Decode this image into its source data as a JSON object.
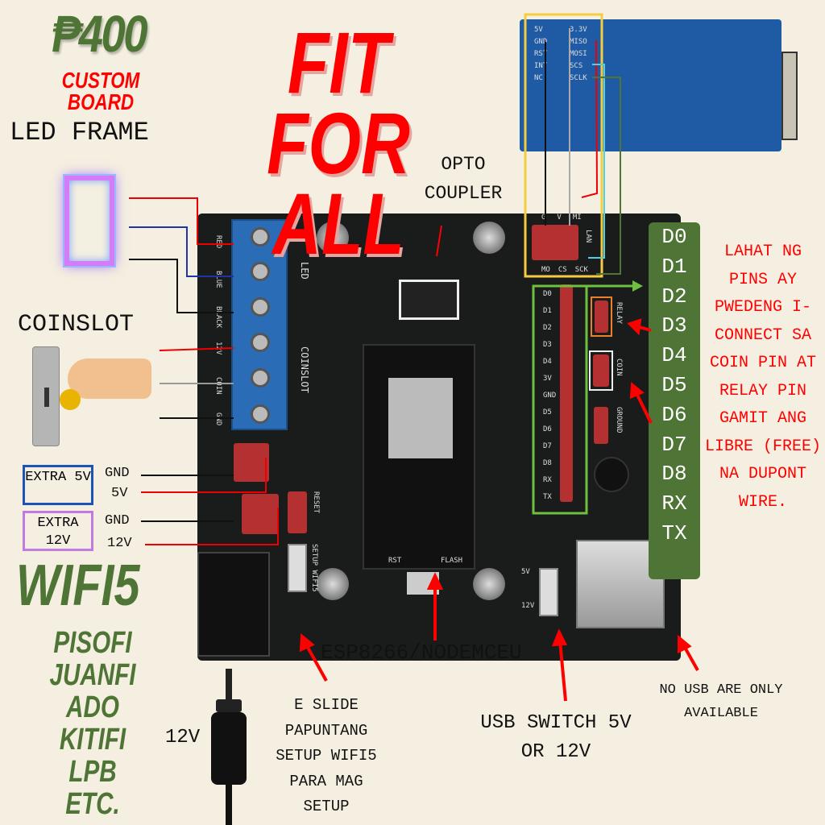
{
  "header": {
    "price": "₱400",
    "custom_board": "CUSTOM BOARD",
    "title_line1": "FIT FOR",
    "title_line2": "ALL"
  },
  "left": {
    "led_frame": "LED FRAME",
    "coinslot": "COINSLOT",
    "extra5v": "EXTRA 5V",
    "extra12v": "EXTRA 12V",
    "gnd1": "GND",
    "v5": "5V",
    "gnd2": "GND",
    "v12": "12V",
    "power_12v": "12V"
  },
  "branding": {
    "wifi5": "WIFI5",
    "brands": [
      "PISOFI",
      "JUANFI",
      "ADO",
      "KITIFI",
      "LPB",
      "ETC."
    ]
  },
  "annotations": {
    "opto": "OPTO COUPLER",
    "esp": "ESP8266/NODEMCEU",
    "slide": "E SLIDE PAPUNTANG SETUP WIFI5 PARA MAG SETUP",
    "usb_switch": "USB SWITCH 5V OR 12V",
    "no_usb": "NO USB ARE ONLY AVAILABLE",
    "pins_note": "LAHAT NG PINS AY PWEDENG I-CONNECT SA COIN PIN AT RELAY PIN GAMIT ANG LIBRE (FREE) NA DUPONT WIRE."
  },
  "lan_module": {
    "pins_left": [
      "5V",
      "GND",
      "RST",
      "INT",
      "NC"
    ],
    "pins_right": [
      "3.3V",
      "MISO",
      "MOSI",
      "SCS",
      "SCLK"
    ]
  },
  "board": {
    "terminal_labels": [
      "RED",
      "BLUE",
      "BLACK",
      "12V",
      "COIN",
      "GND"
    ],
    "led": "LED",
    "coinslot": "COINSLOT",
    "relay": "RELAY",
    "coin": "COIN",
    "ground": "GROUND",
    "lan": "LAN",
    "header_top": [
      "G",
      "V",
      "MI"
    ],
    "header_bottom": [
      "MO",
      "CS",
      "SCK"
    ],
    "reset": "RESET",
    "setup": "SETUP WIFI5",
    "v5": "5V",
    "v12": "12V",
    "board_pins": [
      "D0",
      "D1",
      "D2",
      "D3",
      "D4",
      "3V",
      "GND",
      "D5",
      "D6",
      "D7",
      "D8",
      "RX",
      "TX"
    ],
    "rst": "RST",
    "flash": "FLASH"
  },
  "pin_panel": [
    "D0",
    "D1",
    "D2",
    "D3",
    "D4",
    "D5",
    "D6",
    "D7",
    "D8",
    "RX",
    "TX"
  ]
}
